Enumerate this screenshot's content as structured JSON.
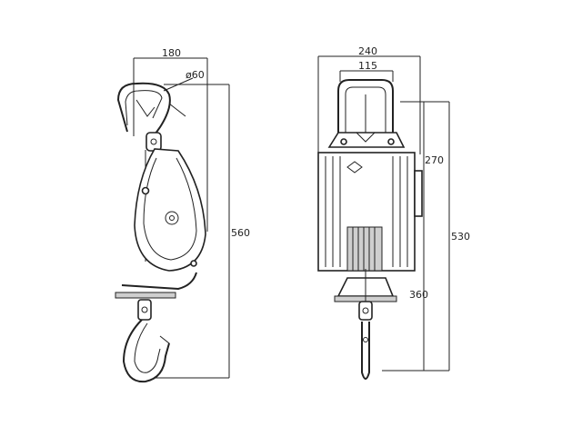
{
  "drawing": {
    "left_view": {
      "width_dim": "180",
      "hook_dim": "ø60",
      "height_dim": "560"
    },
    "right_view": {
      "width_dim": "240",
      "inner_dim": "115",
      "upper_dim": "270",
      "total_dim": "530",
      "lower_dim": "360"
    }
  }
}
